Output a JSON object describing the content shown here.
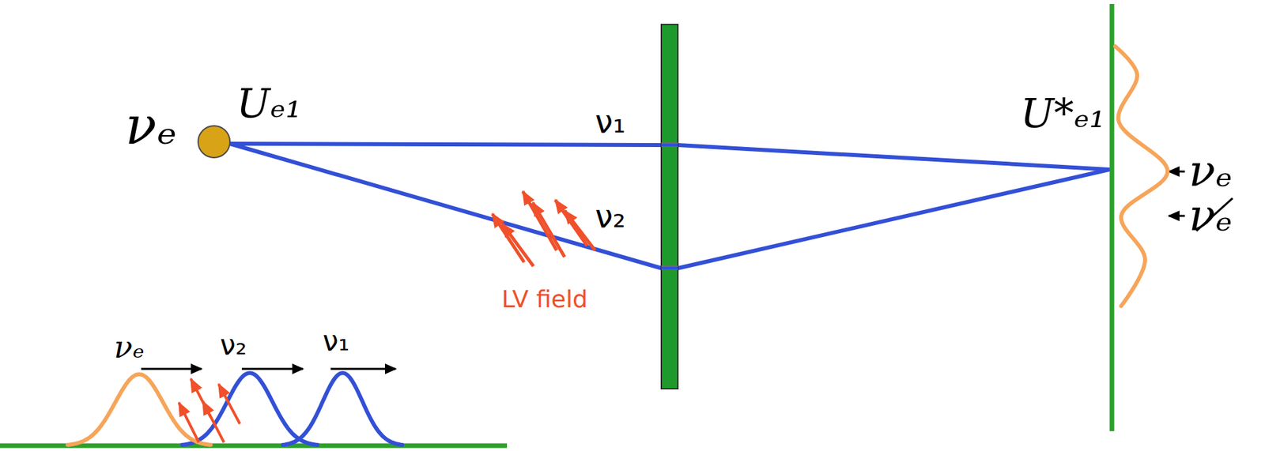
{
  "diagram": {
    "labels": [
      "νₑ",
      "Uₑ₁",
      "ν₁",
      "ν₂",
      "LV field",
      "U*ₑ₁",
      "νₑ",
      "νₑ̸",
      "νₑ",
      "ν₂",
      "ν₁"
    ]
  }
}
